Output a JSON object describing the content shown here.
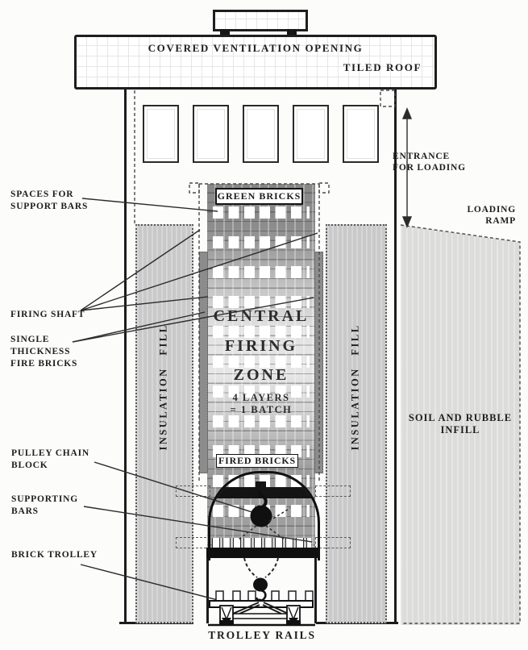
{
  "colors": {
    "line": "#1c1c1c",
    "insulation_fill": "#c9c9c9",
    "ramp_fill": "#dcdcdb",
    "brick_dark": "#868686",
    "brick_light": "#e6e6e6",
    "black_elements": "#101010",
    "paper": "#fcfcfb"
  },
  "roof": {
    "ventilation_label": "COVERED VENTILATION OPENING",
    "tiled_label": "TILED ROOF"
  },
  "right_side": {
    "entrance": [
      "ENTRANCE",
      "FOR LOADING"
    ],
    "loading_ramp": [
      "LOADING",
      "RAMP"
    ],
    "soil": [
      "SOIL AND RUBBLE",
      "INFILL"
    ]
  },
  "left_labels": {
    "spaces": [
      "SPACES FOR",
      "SUPPORT BARS"
    ],
    "firing_shaft": "FIRING SHAFT",
    "single": [
      "SINGLE",
      "THICKNESS",
      "FIRE BRICKS"
    ],
    "pulley": [
      "PULLEY CHAIN",
      "BLOCK"
    ],
    "supporting": [
      "SUPPORTING",
      "BARS"
    ],
    "brick_trolley": "BRICK TROLLEY"
  },
  "shaft": {
    "green_bricks": "GREEN BRICKS",
    "central": [
      "CENTRAL",
      "FIRING",
      "ZONE"
    ],
    "batch": [
      "4 LAYERS",
      "= 1 BATCH"
    ],
    "fired_bricks": "FIRED BRICKS"
  },
  "columns": {
    "insulation_left": "INSULATION FILL",
    "insulation_right": "INSULATION FILL"
  },
  "bottom": {
    "trolley_rails": "TROLLEY RAILS"
  }
}
